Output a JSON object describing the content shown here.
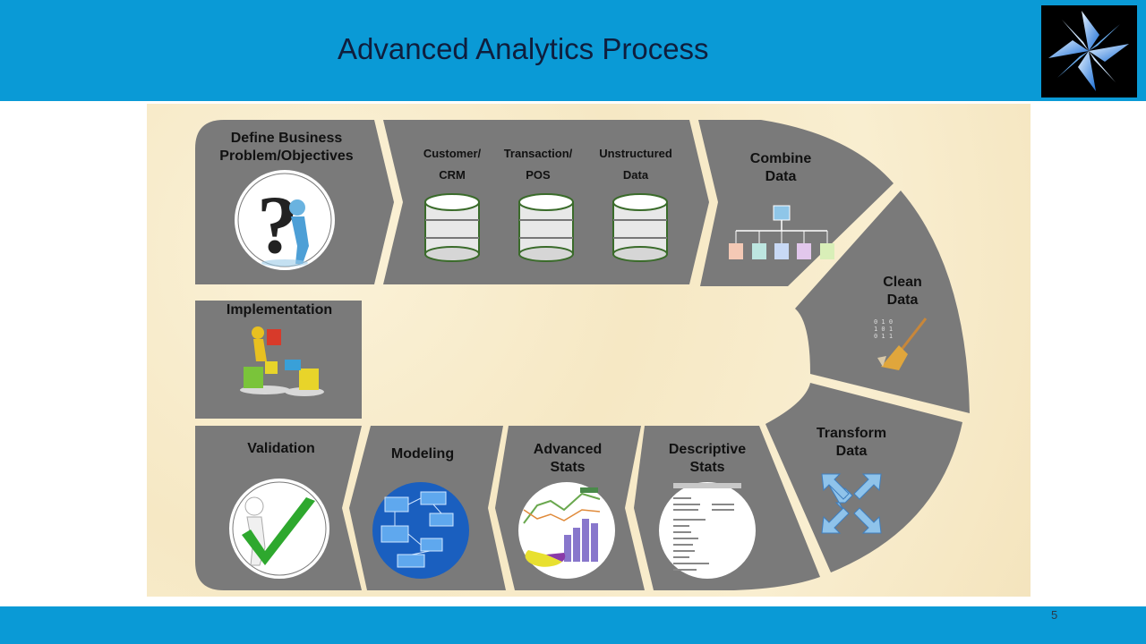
{
  "title": "Advanced Analytics Process",
  "page_number": "5",
  "steps": {
    "define_line1": "Define Business",
    "define_line2": "Problem/Objectives",
    "source1_line1": "Customer/",
    "source1_line2": "CRM",
    "source2_line1": "Transaction/",
    "source2_line2": "POS",
    "source3_line1": "Unstructured",
    "source3_line2": "Data",
    "combine_line1": "Combine",
    "combine_line2": "Data",
    "clean_line1": "Clean",
    "clean_line2": "Data",
    "transform_line1": "Transform",
    "transform_line2": "Data",
    "descriptive_line1": "Descriptive",
    "descriptive_line2": "Stats",
    "advanced_line1": "Advanced",
    "advanced_line2": "Stats",
    "modeling": "Modeling",
    "validation": "Validation",
    "implementation": "Implementation"
  },
  "colors": {
    "header": "#0a9ad6",
    "segment": "#7a7a7a",
    "background": "#f6e8c4",
    "title_text": "#0f1e3d"
  },
  "icons": [
    "question-mark-person-icon",
    "database-icon",
    "data-hierarchy-icon",
    "broom-icon",
    "arrows-inward-icon",
    "report-table-icon",
    "chart-icon",
    "flowchart-icon",
    "checkmark-person-icon",
    "puzzle-person-icon",
    "company-logo-icon"
  ]
}
